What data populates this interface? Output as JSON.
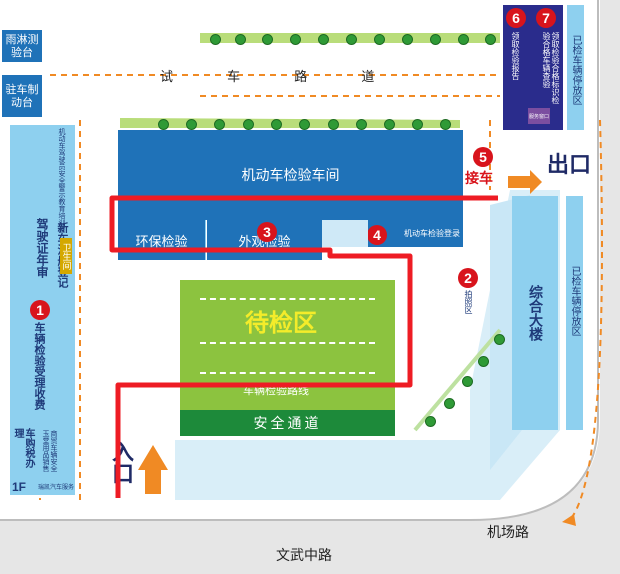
{
  "roads": {
    "test_road": "试 车 路 道",
    "wenwu_road": "文武中路",
    "airport_road": "机场路"
  },
  "left_column": {
    "rain_test": "雨淋测验台",
    "parking_brake": "驻车制动台",
    "safety_warning": "机动车驾驶员安全警示教育培训点",
    "driver_license": "驾驶证年审",
    "new_car": "新车注册登记",
    "clinic": "卫生间",
    "step1_num": "1",
    "step1_label": "车辆检验受理收费",
    "purchase_tax": "车购税办理",
    "floor": "1F",
    "tyre_shop": "商贸车辆安全玉堂用品销售",
    "auto_service": "瑞凯汽车服务"
  },
  "top_right": {
    "step6_num": "6",
    "step6_label": "领取检验报告",
    "step7_num": "7",
    "step7_label": "领取检验合格标识检验合格车辆查验",
    "service_tag": "服务窗口",
    "inspected_parking_top": "已检车辆停放区"
  },
  "main": {
    "workshop": "机动车检验车间",
    "env_check": "环保检验",
    "appearance_check": "外观检验",
    "step3_num": "3",
    "step4_num": "4",
    "login_label": "机动车检验登录",
    "step5_num": "5",
    "pickup": "接车",
    "exit": "出口",
    "step2_num": "2",
    "photo_area": "拍照区",
    "waiting_area": "待检区",
    "route_label": "车辆检验路线",
    "safety_lane": "安全通道",
    "entrance": "入口",
    "complex_building": "综合大楼",
    "inspected_parking_right": "已检车辆停放区"
  }
}
